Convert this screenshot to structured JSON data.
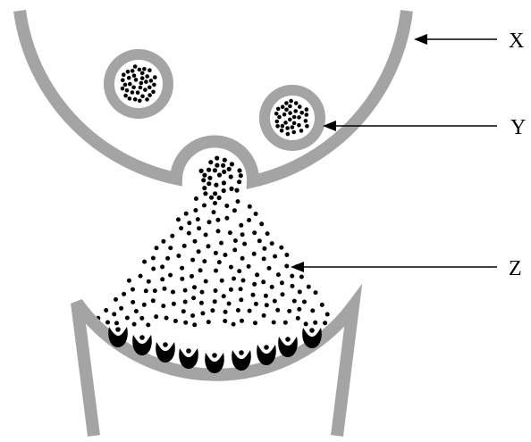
{
  "labels": {
    "x": "X",
    "y": "Y",
    "z": "Z"
  },
  "colors": {
    "membrane": "#a4a4a4",
    "dots": "#000000",
    "background": "#ffffff"
  }
}
